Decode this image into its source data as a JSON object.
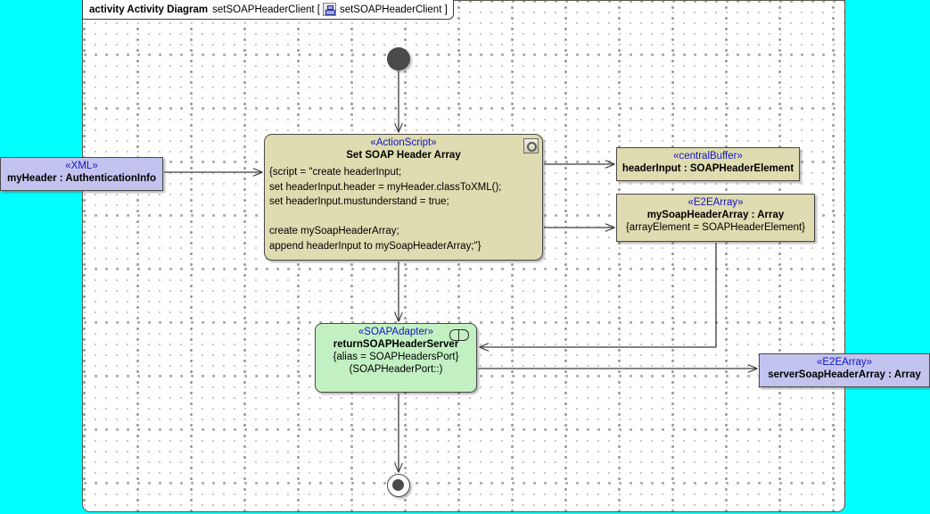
{
  "diagram": {
    "frame_title": {
      "keyword": "activity Activity Diagram",
      "name": "setSOAPHeaderClient [",
      "icon": "activity-diagram-icon",
      "qualified": "setSOAPHeaderClient ]"
    },
    "background_color": "#00ffff",
    "canvas_color": "#ffffff"
  },
  "nodes": {
    "initial": {
      "name": "initial-node",
      "label": ""
    },
    "final": {
      "name": "final-node",
      "label": ""
    },
    "action": {
      "stereotype": "«ActionScript»",
      "name": "Set SOAP Header Array",
      "script": "{script = \"create headerInput;\nset headerInput.header = myHeader.classToXML();\nset headerInput.mustunderstand = true;\n\ncreate mySoapHeaderArray;\nappend headerInput to mySoapHeaderArray;\"}",
      "icon": "script-gear-icon",
      "color": "#dedcb0"
    },
    "xml": {
      "stereotype": "«XML»",
      "name": "myHeader : AuthenticationInfo",
      "color": "#c3c3ef"
    },
    "buffer": {
      "stereotype": "«centralBuffer»",
      "name": "headerInput : SOAPHeaderElement",
      "color": "#dedcb0"
    },
    "array": {
      "stereotype": "«E2EArray»",
      "name": "mySoapHeaderArray : Array",
      "prop": "{arrayElement = SOAPHeaderElement}",
      "color": "#dedcb0"
    },
    "soap": {
      "stereotype": "«SOAPAdapter»",
      "name": "returnSOAPHeaderServer",
      "prop1": "{alias = SOAPHeadersPort}",
      "prop2": "(SOAPHeaderPort::)",
      "icon": "port-icon",
      "color": "#c2f0c2"
    },
    "server_array": {
      "stereotype": "«E2EArray»",
      "name": "serverSoapHeaderArray : Array",
      "color": "#c3c3ef"
    }
  },
  "edges": [
    {
      "name": "initial-to-action",
      "from": "initial",
      "to": "action"
    },
    {
      "name": "xml-to-action",
      "from": "xml",
      "to": "action"
    },
    {
      "name": "action-to-buffer",
      "from": "action",
      "to": "buffer"
    },
    {
      "name": "action-to-array",
      "from": "action",
      "to": "array"
    },
    {
      "name": "action-to-soap",
      "from": "action",
      "to": "soap"
    },
    {
      "name": "array-to-soap",
      "from": "array",
      "to": "soap"
    },
    {
      "name": "soap-to-server-array",
      "from": "soap",
      "to": "server_array"
    },
    {
      "name": "soap-to-final",
      "from": "soap",
      "to": "final"
    }
  ]
}
